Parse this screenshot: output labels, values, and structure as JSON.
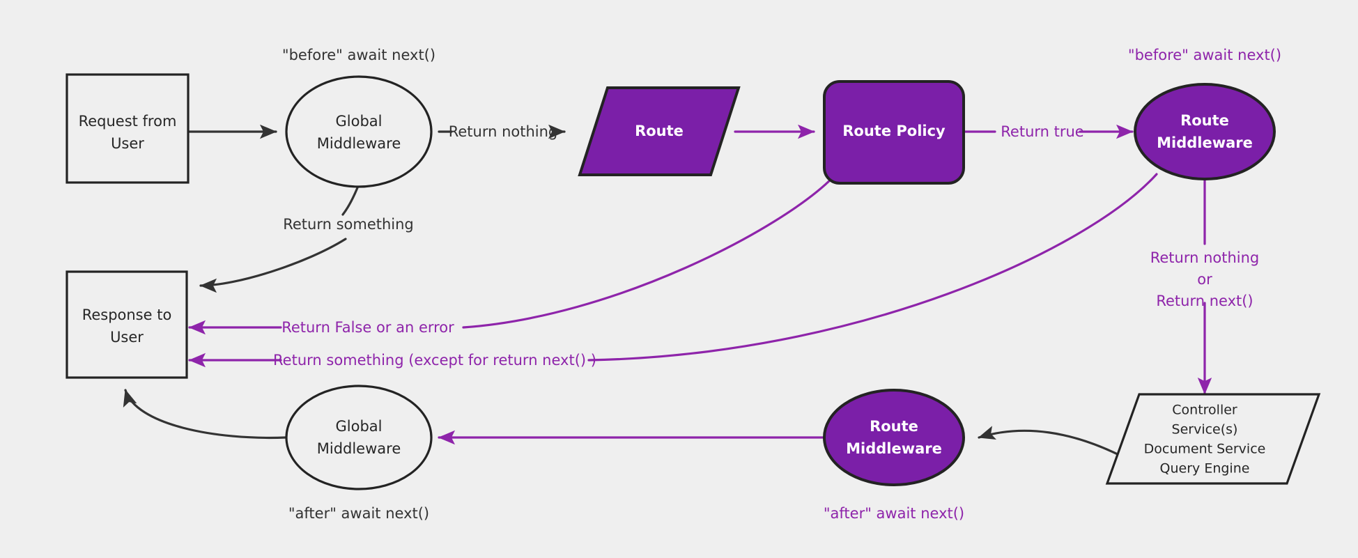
{
  "diagram": {
    "background_color": "#efefef",
    "accent_purple": "#7b1fa8",
    "edge_purple": "#8e24aa",
    "edge_dark": "#333333",
    "nodes": {
      "request": {
        "line1": "Request from",
        "line2": "User"
      },
      "global_middleware_top": {
        "line1": "Global",
        "line2": "Middleware"
      },
      "route": {
        "label": "Route"
      },
      "route_policy": {
        "label": "Route Policy"
      },
      "route_middleware_top": {
        "line1": "Route",
        "line2": "Middleware"
      },
      "controller": {
        "line1": "Controller",
        "line2": "Service(s)",
        "line3": "Document Service",
        "line4": "Query Engine"
      },
      "route_middleware_bottom": {
        "line1": "Route",
        "line2": "Middleware"
      },
      "global_middleware_bottom": {
        "line1": "Global",
        "line2": "Middleware"
      },
      "response": {
        "line1": "Response to",
        "line2": "User"
      }
    },
    "labels": {
      "before_await_next_dark": "\"before\" await next()",
      "before_await_next_purple": "\"before\" await next()",
      "return_nothing": "Return nothing",
      "return_something_dark": "Return something",
      "return_true": "Return true",
      "return_nothing_or_1": "Return nothing",
      "return_nothing_or_2": "or",
      "return_nothing_or_3": "Return next()",
      "return_false_or_error": "Return False or an error",
      "return_something_except": "Return something (except for return next() )",
      "after_await_next_dark": "\"after\" await next()",
      "after_await_next_purple": "\"after\" await next()"
    }
  }
}
